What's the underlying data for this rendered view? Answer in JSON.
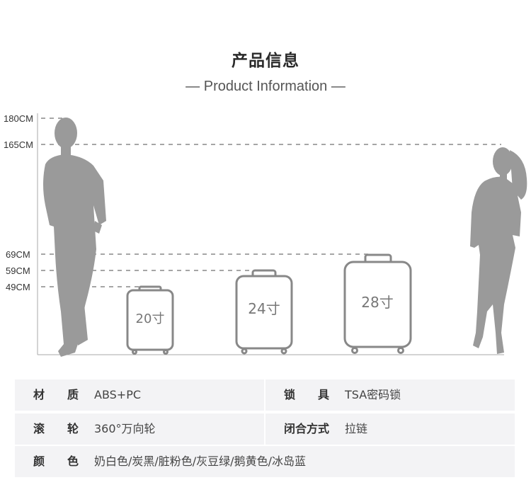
{
  "header": {
    "title": "产品信息",
    "subtitle": "— Product Information —"
  },
  "size_chart": {
    "height_labels": [
      {
        "label": "180CM",
        "cm": 180
      },
      {
        "label": "165CM",
        "cm": 165
      },
      {
        "label": "69CM",
        "cm": 69
      },
      {
        "label": "59CM",
        "cm": 59
      },
      {
        "label": "49CM",
        "cm": 49
      }
    ],
    "luggage": [
      {
        "label": "20寸",
        "height_cm": 49
      },
      {
        "label": "24寸",
        "height_cm": 59
      },
      {
        "label": "28寸",
        "height_cm": 69
      }
    ],
    "figures": [
      {
        "name": "man-silhouette",
        "height_cm": 180
      },
      {
        "name": "woman-silhouette",
        "height_cm": 165
      }
    ],
    "colors": {
      "guide_line": "#888888",
      "luggage_outline": "#888888",
      "silhouette": "#9a9a9a"
    }
  },
  "specs": {
    "material_label": "材　　质",
    "material_value": "ABS+PC",
    "lock_label": "锁　　具",
    "lock_value": "TSA密码锁",
    "wheel_label": "滚　　轮",
    "wheel_value": "360°万向轮",
    "closure_label": "闭合方式",
    "closure_value": "拉链",
    "color_label": "颜　　色",
    "color_value": "奶白色/炭黑/脏粉色/灰豆绿/鹅黄色/冰岛蓝"
  }
}
